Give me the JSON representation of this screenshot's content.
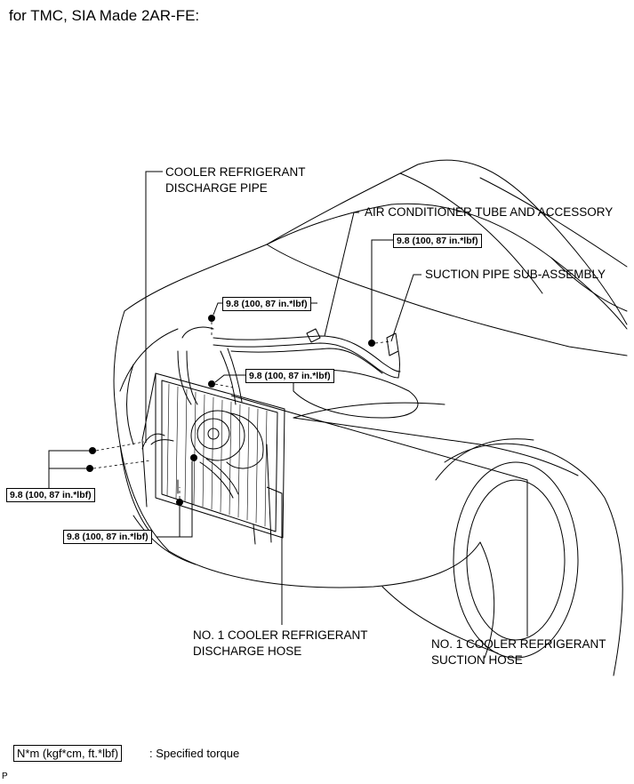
{
  "title": "for TMC, SIA Made 2AR-FE:",
  "labels": {
    "cooler_discharge_pipe_1": "COOLER REFRIGERANT",
    "cooler_discharge_pipe_2": "DISCHARGE PIPE",
    "air_conditioner_tube": "AIR CONDITIONER TUBE AND ACCESSORY",
    "suction_pipe": "SUCTION PIPE SUB-ASSEMBLY",
    "discharge_hose_1": "NO. 1 COOLER REFRIGERANT",
    "discharge_hose_2": "DISCHARGE HOSE",
    "suction_hose_1": "NO. 1 COOLER REFRIGERANT",
    "suction_hose_2": "SUCTION HOSE"
  },
  "torque": {
    "t1": "9.8 (100, 87 in.*lbf)",
    "t2": "9.8 (100, 87 in.*lbf)",
    "t3": "9.8 (100, 87 in.*lbf)",
    "t4": "9.8 (100, 87 in.*lbf)",
    "t5": "9.8 (100, 87 in.*lbf)"
  },
  "legend": {
    "unit_box": "N*m (kgf*cm, ft.*lbf)",
    "text": ": Specified torque"
  },
  "page_mark": "P"
}
